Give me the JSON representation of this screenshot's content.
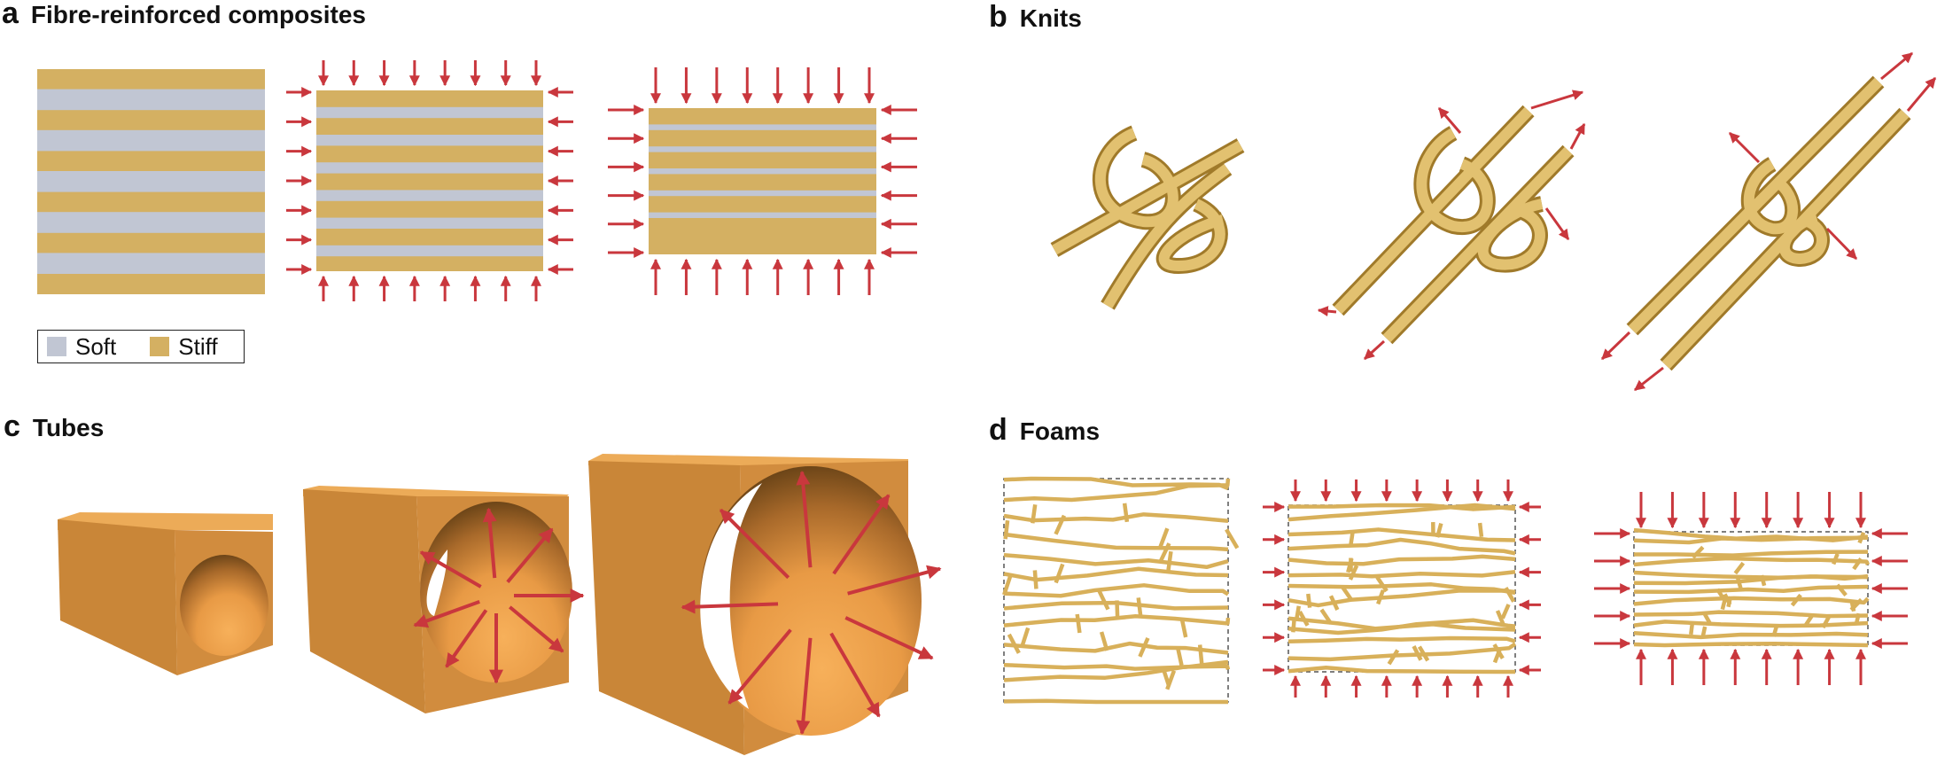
{
  "panels": {
    "a": {
      "letter": "a",
      "title": "Fibre-reinforced composites"
    },
    "b": {
      "letter": "b",
      "title": "Knits"
    },
    "c": {
      "letter": "c",
      "title": "Tubes"
    },
    "d": {
      "letter": "d",
      "title": "Foams"
    }
  },
  "legend": {
    "soft": {
      "label": "Soft",
      "color": "#c1c6d3"
    },
    "stiff": {
      "label": "Stiff",
      "color": "#d4b062"
    }
  },
  "colors": {
    "arrow": "#c9373d",
    "fibre": "#d8b05a",
    "tube": "#d18c3e",
    "tube_top": "#ecab58",
    "tube_dark": "#5a3a12"
  }
}
